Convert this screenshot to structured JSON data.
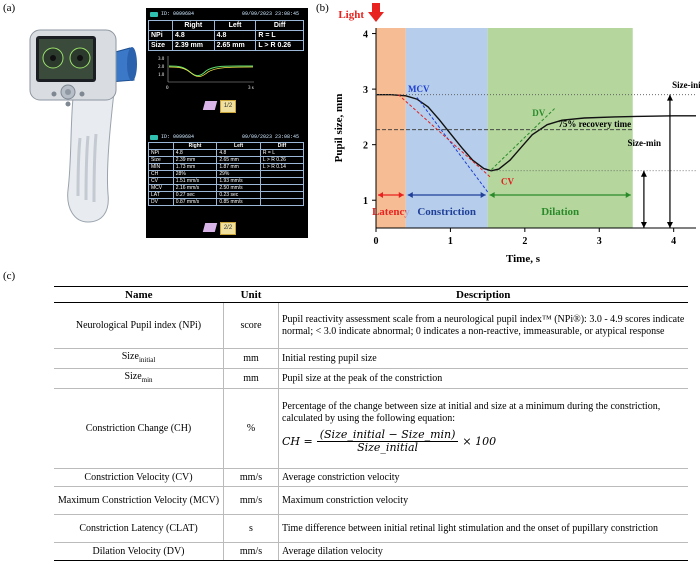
{
  "panel_labels": {
    "a": "(a)",
    "b": "(b)",
    "c": "(c)"
  },
  "device_screen": {
    "top": {
      "id": "ID: 0099684",
      "datetime": "09/09/2023 23:08:45",
      "headers": [
        "",
        "Right",
        "Left",
        "Diff"
      ],
      "rows": [
        [
          "NPi",
          "4.8",
          "4.8",
          "R = L"
        ],
        [
          "Size",
          "2.39 mm",
          "2.65 mm",
          "L > R 0.26"
        ]
      ],
      "mini_axis": {
        "y_ticks": [
          "3.0",
          "2.0",
          "1.0"
        ],
        "x_ticks": [
          "0",
          "3 s"
        ]
      },
      "page_badge": "1/2"
    },
    "bottom": {
      "id": "ID: 0099684",
      "datetime": "09/09/2023 23:08:45",
      "headers": [
        "",
        "Right",
        "Left",
        "Diff"
      ],
      "rows": [
        [
          "NPi",
          "4.8",
          "4.8",
          "R = L"
        ],
        [
          "Size",
          "2.39 mm",
          "2.65 mm",
          "L > R 0.26"
        ],
        [
          "MIN",
          "1.73 mm",
          "1.87 mm",
          "L > R 0.14"
        ],
        [
          "CH",
          "28%",
          "29%",
          ""
        ],
        [
          "CV",
          "1.51 mm/s",
          "1.93 mm/s",
          ""
        ],
        [
          "MCV",
          "2.16 mm/s",
          "2.50 mm/s",
          ""
        ],
        [
          "LAT",
          "0.27 sec",
          "0.23 sec",
          ""
        ],
        [
          "DV",
          "0.87 mm/s",
          "0.85 mm/s",
          ""
        ]
      ],
      "page_badge": "2/2"
    }
  },
  "chart_data": {
    "type": "line",
    "xlabel": "Time, s",
    "ylabel": "Pupil size, mm",
    "xlim": [
      0,
      4.3
    ],
    "ylim": [
      0.5,
      4.1
    ],
    "x_ticks": [
      "0",
      "1",
      "2",
      "3",
      "4"
    ],
    "y_ticks": [
      "1",
      "2",
      "3",
      "4"
    ],
    "series": [
      {
        "name": "",
        "x": [
          0,
          0.2,
          0.4,
          0.55,
          0.7,
          0.85,
          1.0,
          1.15,
          1.3,
          1.45,
          1.55,
          1.65,
          1.8,
          1.95,
          2.1,
          2.3,
          2.5,
          2.8,
          3.2,
          3.6,
          4.0,
          4.3
        ],
        "y": [
          2.9,
          2.9,
          2.88,
          2.82,
          2.68,
          2.45,
          2.2,
          1.95,
          1.72,
          1.57,
          1.53,
          1.56,
          1.72,
          1.95,
          2.18,
          2.36,
          2.44,
          2.48,
          2.5,
          2.51,
          2.52,
          2.52
        ]
      }
    ],
    "regions": [
      {
        "label": "Latency",
        "x_start": 0,
        "x_end": 0.4,
        "color": "#f4b183",
        "label_color": "#e8231f"
      },
      {
        "label": "Constriction",
        "x_start": 0.4,
        "x_end": 1.5,
        "color": "#a9c6e8",
        "label_color": "#1f3f99"
      },
      {
        "label": "Dilation",
        "x_start": 1.5,
        "x_end": 3.45,
        "color": "#a8d08d",
        "label_color": "#2a8a2a"
      }
    ],
    "annotations": {
      "light": "Light",
      "mcv": "MCV",
      "cv": "CV",
      "dv": "DV",
      "recovery": "75% recovery time",
      "size_initial": "Size-initial",
      "size_min": "Size-min"
    },
    "reference_levels": {
      "size_initial": 2.9,
      "size_min": 1.53,
      "recovery": 2.27
    }
  },
  "table": {
    "headers": [
      "Name",
      "Unit",
      "Description"
    ],
    "rows": [
      {
        "name": "Neurological Pupil index (NPi)",
        "unit": "score",
        "desc": "Pupil reactivity assessment scale from a neurological pupil index™ (NPi®): 3.0 - 4.9 scores indicate normal; < 3.0 indicate abnormal; 0 indicates a non-reactive, immeasurable, or atypical response"
      },
      {
        "name_base": "Size",
        "name_sub": "initial",
        "unit": "mm",
        "desc": "Initial resting pupil size"
      },
      {
        "name_base": "Size",
        "name_sub": "min",
        "unit": "mm",
        "desc": "Pupil size at the peak of the constriction"
      },
      {
        "name": "Constriction Change (CH)",
        "unit": "%",
        "desc": "Percentage of the change between size at initial and size at a minimum during the constriction, calculated by using the following equation:",
        "eq_lhs": "CH =",
        "eq_num": "(Size_initial − Size_min)",
        "eq_den": "Size_initial",
        "eq_tail": "× 100"
      },
      {
        "name": "Constriction Velocity (CV)",
        "unit": "mm/s",
        "desc": "Average constriction velocity"
      },
      {
        "name": "Maximum Constriction Velocity (MCV)",
        "unit": "mm/s",
        "desc": "Maximum constriction velocity"
      },
      {
        "name": "Constriction Latency (CLAT)",
        "unit": "s",
        "desc": "Time difference between initial retinal light stimulation and the onset of pupillary constriction"
      },
      {
        "name": "Dilation Velocity (DV)",
        "unit": "mm/s",
        "desc": "Average dilation velocity"
      }
    ]
  }
}
